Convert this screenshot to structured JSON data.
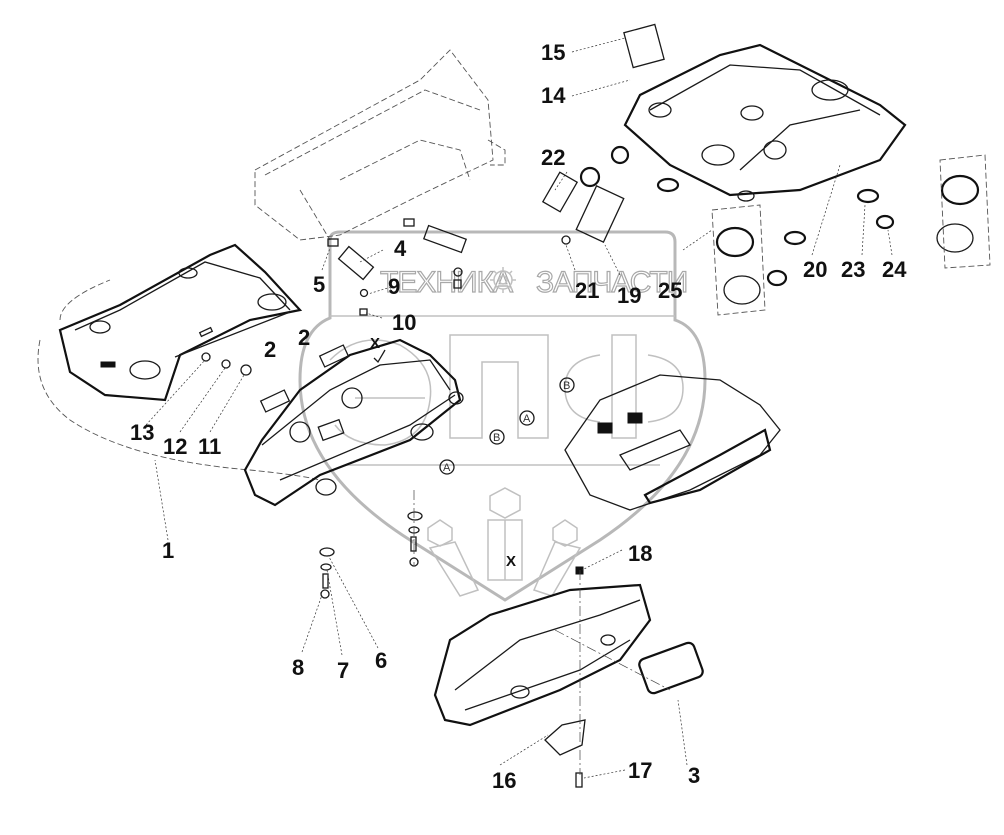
{
  "diagram": {
    "type": "exploded-parts-diagram",
    "subject": "vehicle rear parcel shelf / headliner trim assembly",
    "callouts": [
      {
        "id": "1",
        "label": "1"
      },
      {
        "id": "2a",
        "label": "2"
      },
      {
        "id": "2b",
        "label": "2"
      },
      {
        "id": "3",
        "label": "3"
      },
      {
        "id": "4",
        "label": "4"
      },
      {
        "id": "5",
        "label": "5"
      },
      {
        "id": "6",
        "label": "6"
      },
      {
        "id": "7",
        "label": "7"
      },
      {
        "id": "8",
        "label": "8"
      },
      {
        "id": "9",
        "label": "9"
      },
      {
        "id": "10",
        "label": "10"
      },
      {
        "id": "11",
        "label": "11"
      },
      {
        "id": "12",
        "label": "12"
      },
      {
        "id": "13",
        "label": "13"
      },
      {
        "id": "14",
        "label": "14"
      },
      {
        "id": "15",
        "label": "15"
      },
      {
        "id": "16",
        "label": "16"
      },
      {
        "id": "17",
        "label": "17"
      },
      {
        "id": "18",
        "label": "18"
      },
      {
        "id": "19",
        "label": "19"
      },
      {
        "id": "20",
        "label": "20"
      },
      {
        "id": "21",
        "label": "21"
      },
      {
        "id": "22",
        "label": "22"
      },
      {
        "id": "23",
        "label": "23"
      },
      {
        "id": "24",
        "label": "24"
      },
      {
        "id": "25",
        "label": "25"
      }
    ],
    "view_markers": {
      "x_arrow": "X",
      "x_detail": "X",
      "ref_a": "A",
      "ref_b": "B"
    }
  },
  "watermark": {
    "left_text": "ТЕХНИКА",
    "right_text": "ЗАПЧАСТИ",
    "monogram": "ЭПФ",
    "icon": "gear-icon"
  }
}
